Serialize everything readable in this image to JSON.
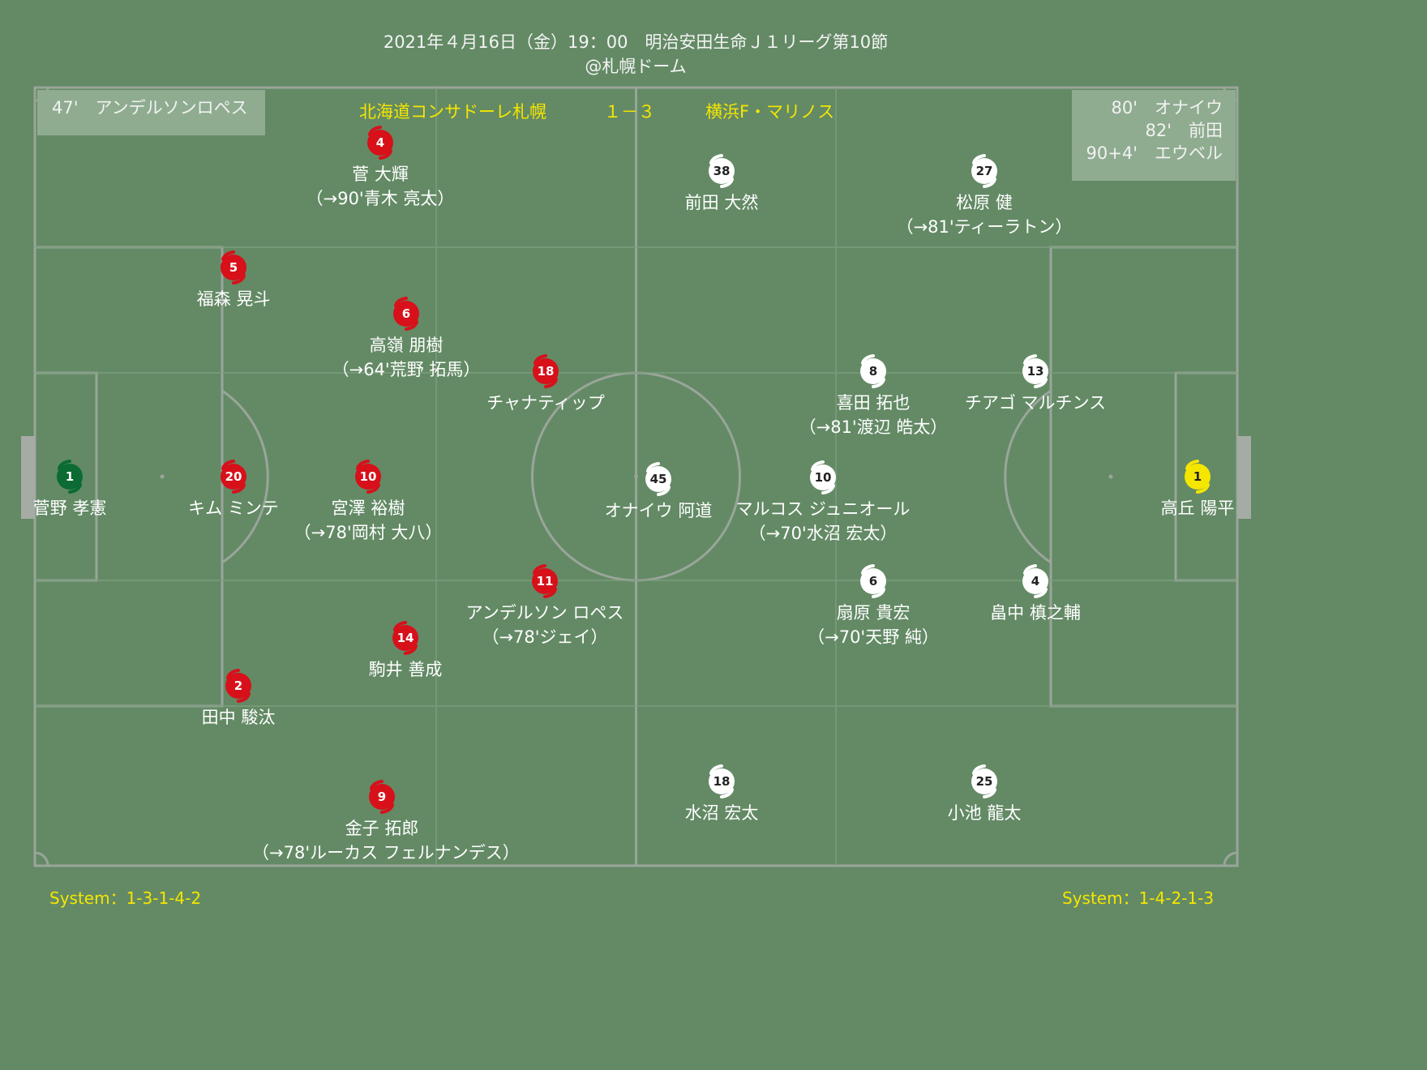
{
  "header": {
    "line1": "2021年４月16日（金）19：00　明治安田生命Ｊ１リーグ第10節",
    "line2": "@札幌ドーム"
  },
  "score": {
    "home_team": "北海道コンサドーレ札幌",
    "result": "１－３",
    "away_team": "横浜F・マリノス"
  },
  "home_goals": [
    "47'　アンデルソンロペス"
  ],
  "away_goals": [
    "80'　オナイウ",
    "82'　前田",
    "90+4'　エウベル"
  ],
  "home_system": "System：1-3-1-4-2",
  "away_system": "System：1-4-2-1-3",
  "colors": {
    "home": "#d7101a",
    "home_gk": "#0b6b33",
    "away": "#ffffff",
    "away_gk": "#f5e600",
    "pitch": "#638a65",
    "accent": "#f5e600"
  },
  "home_players": [
    {
      "num": "1",
      "name": "菅野 孝憲",
      "sub": "",
      "gk": true
    },
    {
      "num": "20",
      "name": "キム ミンテ",
      "sub": ""
    },
    {
      "num": "5",
      "name": "福森 晃斗",
      "sub": ""
    },
    {
      "num": "2",
      "name": "田中 駿汰",
      "sub": ""
    },
    {
      "num": "10",
      "name": "宮澤 裕樹",
      "sub": "（→78'岡村 大八）"
    },
    {
      "num": "4",
      "name": "菅 大輝",
      "sub": "（→90'青木 亮太）"
    },
    {
      "num": "6",
      "name": "高嶺 朋樹",
      "sub": "（→64'荒野 拓馬）"
    },
    {
      "num": "14",
      "name": "駒井 善成",
      "sub": ""
    },
    {
      "num": "9",
      "name": "金子 拓郎",
      "sub": "（→78'ルーカス フェルナンデス）"
    },
    {
      "num": "18",
      "name": "チャナティップ",
      "sub": ""
    },
    {
      "num": "11",
      "name": "アンデルソン ロペス",
      "sub": "（→78'ジェイ）"
    }
  ],
  "away_players": [
    {
      "num": "1",
      "name": "高丘 陽平",
      "sub": "",
      "gk": true
    },
    {
      "num": "13",
      "name": "チアゴ マルチンス",
      "sub": ""
    },
    {
      "num": "4",
      "name": "畠中 槙之輔",
      "sub": ""
    },
    {
      "num": "27",
      "name": "松原 健",
      "sub": "（→81'ティーラトン）"
    },
    {
      "num": "25",
      "name": "小池 龍太",
      "sub": ""
    },
    {
      "num": "8",
      "name": "喜田 拓也",
      "sub": "（→81'渡辺 皓太）"
    },
    {
      "num": "6",
      "name": "扇原 貴宏",
      "sub": "（→70'天野 純）"
    },
    {
      "num": "10",
      "name": "マルコス ジュニオール",
      "sub": "（→70'水沼 宏太）"
    },
    {
      "num": "38",
      "name": "前田 大然",
      "sub": ""
    },
    {
      "num": "45",
      "name": "オナイウ 阿道",
      "sub": ""
    },
    {
      "num": "18",
      "name": "水沼 宏太",
      "sub": ""
    }
  ]
}
